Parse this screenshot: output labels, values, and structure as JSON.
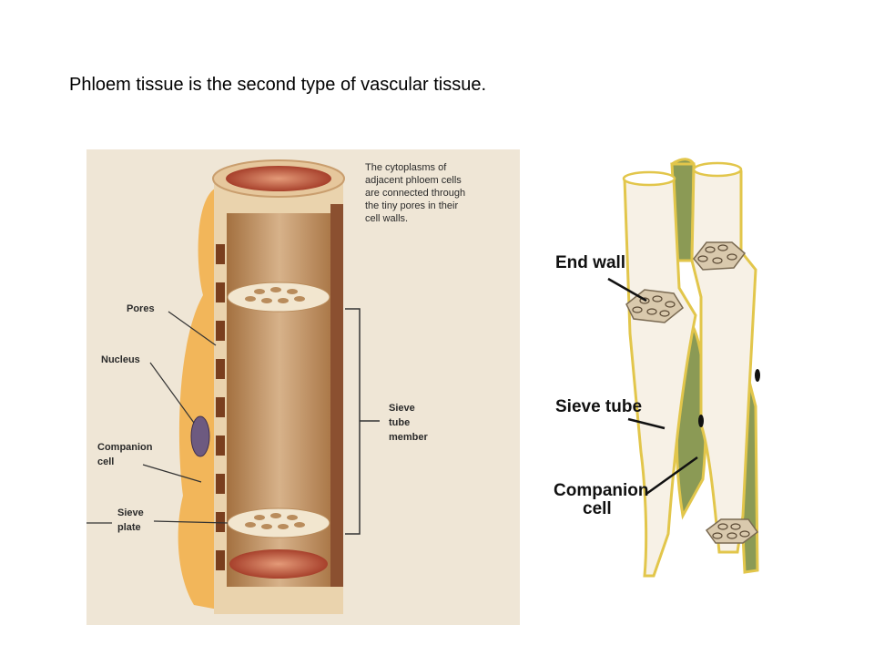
{
  "slide": {
    "title": "Phloem tissue is the second type of vascular tissue."
  },
  "left_diagram": {
    "caption_lines": [
      "The cytoplasms of",
      "adjacent phloem cells",
      "are connected through",
      "the tiny pores in their",
      "cell walls."
    ],
    "labels": {
      "pores": "Pores",
      "nucleus": "Nucleus",
      "companion_cell_1": "Companion",
      "companion_cell_2": "cell",
      "sieve_plate_1": "Sieve",
      "sieve_plate_2": "plate",
      "sieve_tube_member_1": "Sieve",
      "sieve_tube_member_2": "tube",
      "sieve_tube_member_3": "member"
    },
    "colors": {
      "background": "#efe6d6",
      "tube_wall": "#e9d0a9",
      "companion": "#f2b65a",
      "lumen": "#b07a49"
    }
  },
  "right_diagram": {
    "labels": {
      "end_wall": "End wall",
      "sieve_tube": "Sieve tube",
      "companion_cell_1": "Companion",
      "companion_cell_2": "cell"
    },
    "colors": {
      "tube_fill": "#f7f1e6",
      "companion_fill": "#8b9a55",
      "outline": "#e2c64b"
    }
  }
}
